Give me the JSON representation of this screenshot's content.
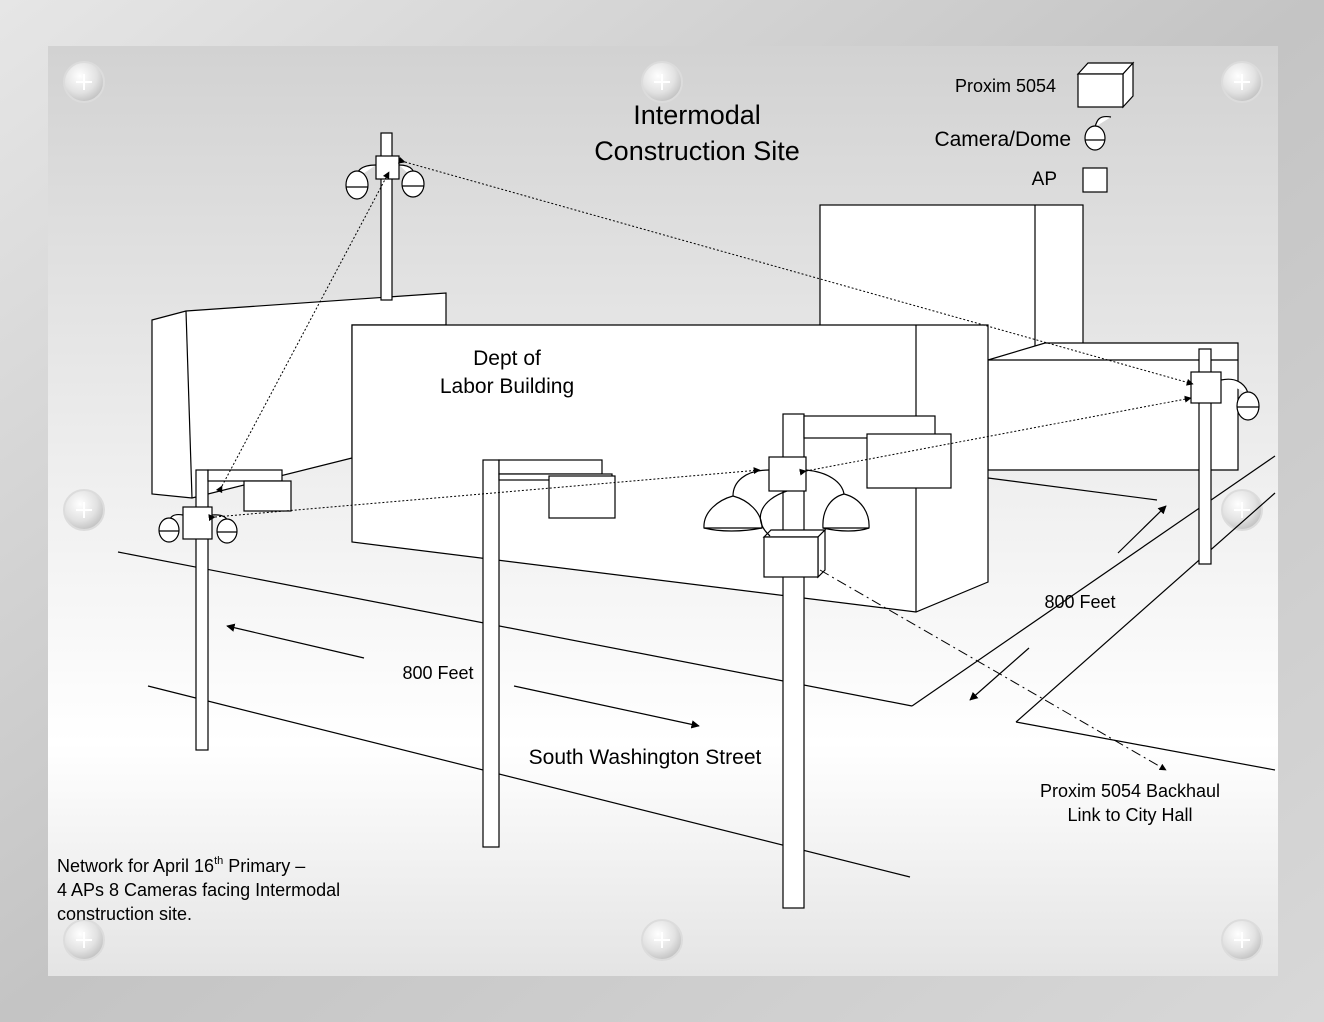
{
  "title": {
    "line1": "Intermodal",
    "line2": "Construction Site"
  },
  "legend": {
    "proxim": "Proxim 5054",
    "camera": "Camera/Dome",
    "ap": "AP"
  },
  "building": {
    "line1": "Dept of",
    "line2": "Labor Building"
  },
  "street": "South Washington Street",
  "distance_left": "800 Feet",
  "distance_right": "800 Feet",
  "backhaul": {
    "line1": "Proxim 5054 Backhaul",
    "line2": "Link to City Hall"
  },
  "note": {
    "line1_a": "Network for April 16",
    "line1_sup": "th",
    "line1_b": " Primary –",
    "line2": "4 APs 8 Cameras facing Intermodal",
    "line3": "construction site."
  }
}
